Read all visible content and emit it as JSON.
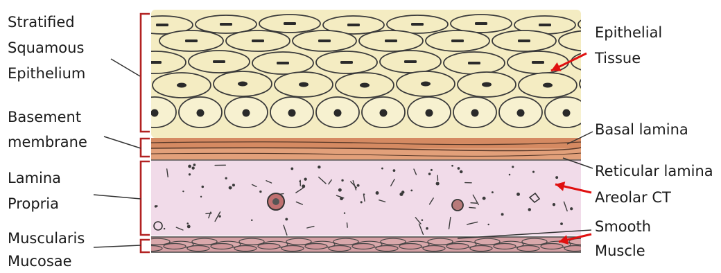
{
  "labels_left": {
    "stratified_squamous_epithelium": [
      "Stratified",
      "Squamous",
      "Epithelium"
    ],
    "basement_membrane": [
      "Basement",
      "membrane"
    ],
    "lamina_propria": [
      "Lamina",
      "Propria"
    ],
    "muscularis_mucosae": [
      "Muscularis",
      "Mucosae"
    ]
  },
  "labels_right": {
    "epithelial_tissue": [
      "Epithelial",
      "Tissue"
    ],
    "basal_lamina": [
      "Basal lamina"
    ],
    "reticular_lamina": [
      "Reticular lamina"
    ],
    "areolar_ct": [
      "Areolar CT"
    ],
    "smooth_muscle": [
      "Smooth",
      "Muscle"
    ]
  },
  "colors": {
    "bracket": "#b22222",
    "arrow": "#e01010",
    "leader": "#333333",
    "epithelium_fill": "#f4ecc2",
    "membrane_fill": "#d9885c",
    "lamina_fill": "#f1dbe9",
    "muscle_fill": "#d4a0a4",
    "outline": "#3a3a3a",
    "nucleus": "#2a2a2a"
  }
}
